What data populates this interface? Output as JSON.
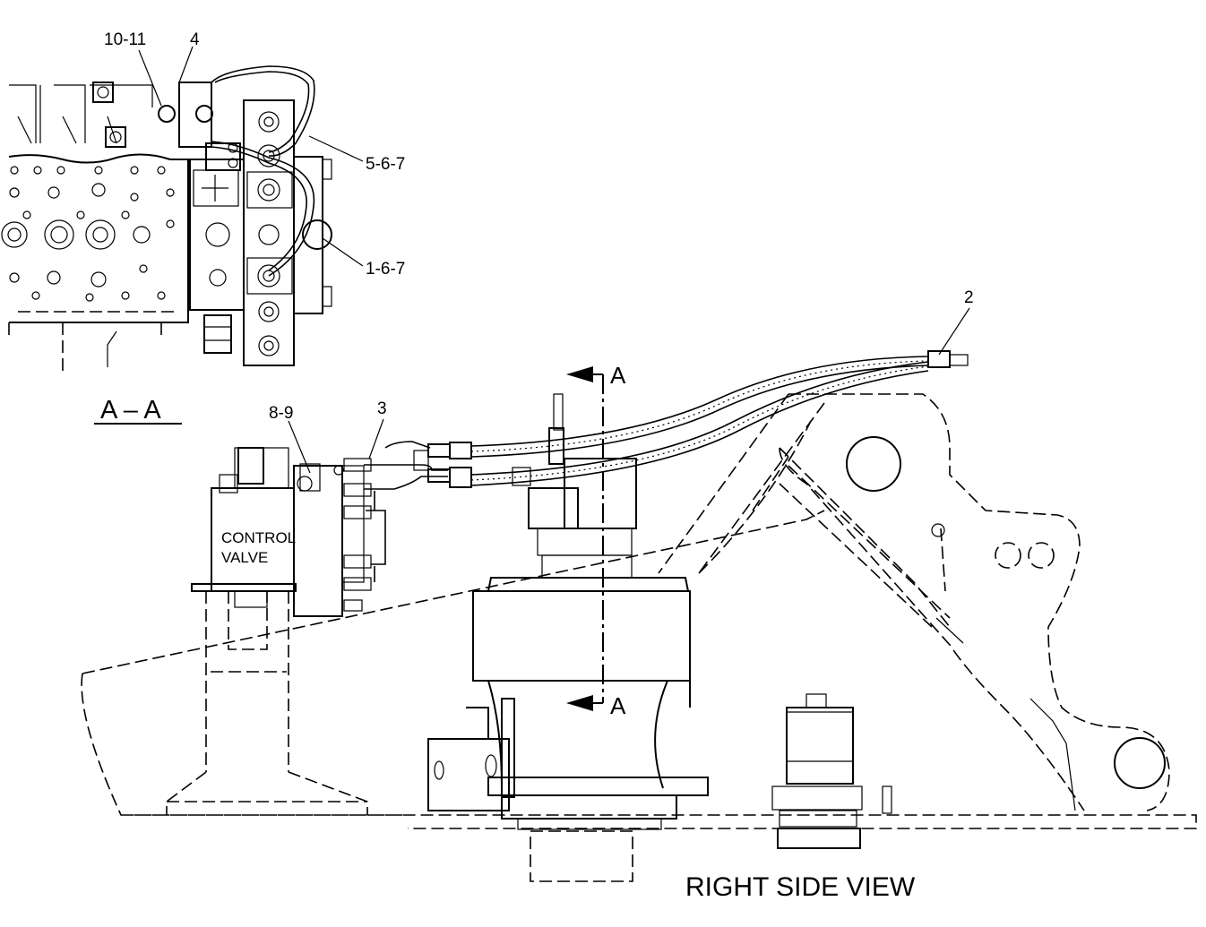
{
  "section_label": "A – A",
  "section_markers": {
    "top": "A",
    "bottom": "A"
  },
  "callouts": {
    "c_10_11": "10-11",
    "c_4": "4",
    "c_5_6_7": "5-6-7",
    "c_1_6_7": "1-6-7",
    "c_2": "2",
    "c_3": "3",
    "c_8_9": "8-9"
  },
  "component_label": {
    "line1": "CONTROL",
    "line2": "VALVE"
  },
  "view_title": "RIGHT  SIDE  VIEW"
}
